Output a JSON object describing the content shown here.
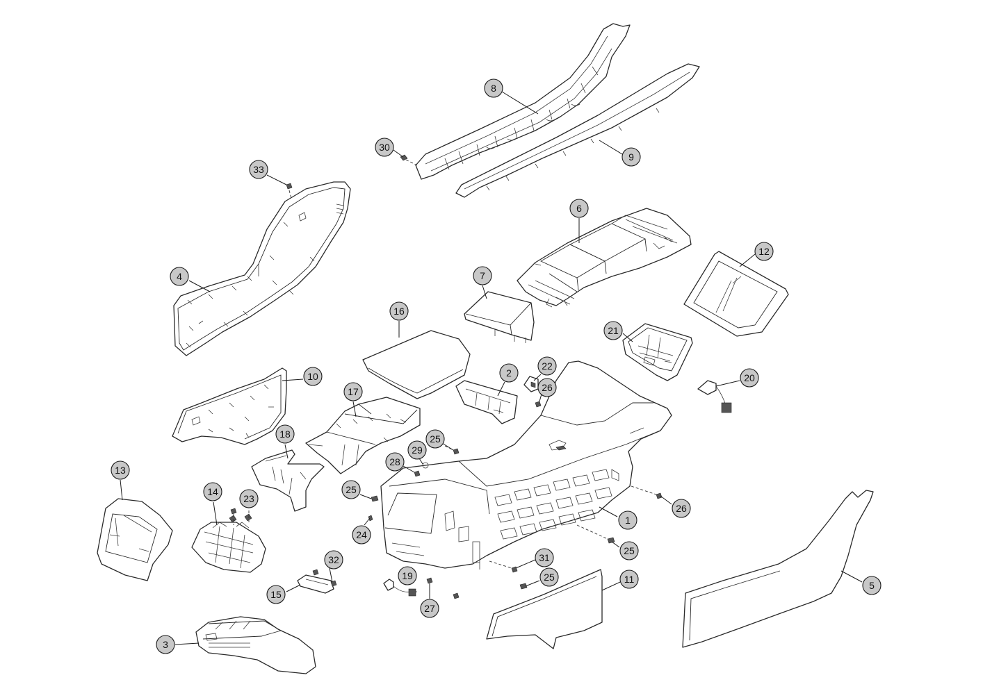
{
  "callouts": [
    {
      "id": "c8",
      "label": "8"
    },
    {
      "id": "c30",
      "label": "30"
    },
    {
      "id": "c9",
      "label": "9"
    },
    {
      "id": "c33",
      "label": "33"
    },
    {
      "id": "c6",
      "label": "6"
    },
    {
      "id": "c12",
      "label": "12"
    },
    {
      "id": "c4",
      "label": "4"
    },
    {
      "id": "c7",
      "label": "7"
    },
    {
      "id": "c16",
      "label": "16"
    },
    {
      "id": "c21",
      "label": "21"
    },
    {
      "id": "c22",
      "label": "22"
    },
    {
      "id": "c2",
      "label": "2"
    },
    {
      "id": "c26a",
      "label": "26"
    },
    {
      "id": "c20",
      "label": "20"
    },
    {
      "id": "c10",
      "label": "10"
    },
    {
      "id": "c17",
      "label": "17"
    },
    {
      "id": "c18",
      "label": "18"
    },
    {
      "id": "c25a",
      "label": "25"
    },
    {
      "id": "c29",
      "label": "29"
    },
    {
      "id": "c28",
      "label": "28"
    },
    {
      "id": "c13",
      "label": "13"
    },
    {
      "id": "c14",
      "label": "14"
    },
    {
      "id": "c23",
      "label": "23"
    },
    {
      "id": "c25b",
      "label": "25"
    },
    {
      "id": "c26b",
      "label": "26"
    },
    {
      "id": "c1",
      "label": "1"
    },
    {
      "id": "c24",
      "label": "24"
    },
    {
      "id": "c25c",
      "label": "25"
    },
    {
      "id": "c31",
      "label": "31"
    },
    {
      "id": "c32",
      "label": "32"
    },
    {
      "id": "c19",
      "label": "19"
    },
    {
      "id": "c25d",
      "label": "25"
    },
    {
      "id": "c11",
      "label": "11"
    },
    {
      "id": "c5",
      "label": "5"
    },
    {
      "id": "c15",
      "label": "15"
    },
    {
      "id": "c27",
      "label": "27"
    },
    {
      "id": "c3",
      "label": "3"
    }
  ]
}
